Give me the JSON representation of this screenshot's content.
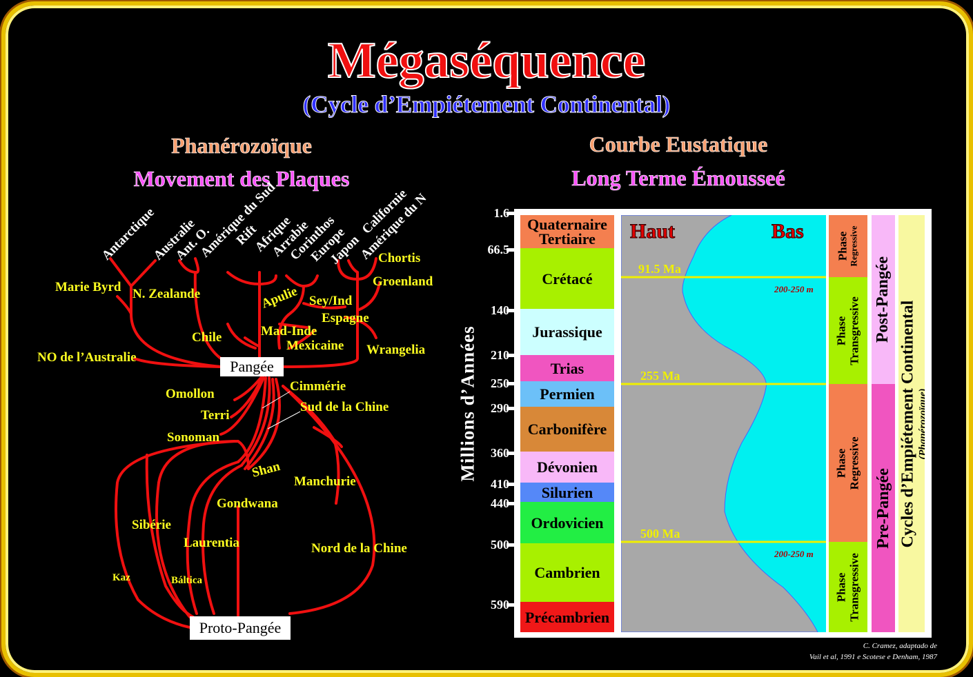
{
  "title": "Mégaséquence",
  "subtitle": "(Cycle d’Empiétement Continental)",
  "left": {
    "heading1": "Phanérozoïque",
    "heading2": "Movement des Plaques",
    "top_labels": [
      "Antarctique",
      "Australie",
      "Ant. O.",
      "Amérique du Sud",
      "Rift",
      "Afrique",
      "Arrabie",
      "Corinthos",
      "Europe",
      "Japon",
      "Californie",
      "Amérique du N"
    ],
    "labels": {
      "marie_byrd": "Marie Byrd",
      "n_zealande": "N. Zealande",
      "chile": "Chile",
      "no_australie": "NO de l’Australie",
      "apulie": "Apulie",
      "sey_ind": "Sey/Ind",
      "mad_inde": "Mad-Inde",
      "espagne": "Espagne",
      "mexicaine": "Mexicaine",
      "chortis": "Chortis",
      "groenland": "Groenland",
      "wrangelia": "Wrangelia",
      "omollon": "Omollon",
      "terri": "Terri",
      "sonoman": "Sonoman",
      "cimmerie": "Cimmérie",
      "sud_chine": "Sud de la Chine",
      "shan": "Shan",
      "manchurie": "Manchurie",
      "gondwana": "Gondwana",
      "siberie": "Sibérie",
      "laurentia": "Laurentia",
      "nord_chine": "Nord de la Chine",
      "kaz": "Kaz",
      "baltica": "Báltica"
    },
    "pangee": "Pangée",
    "proto_pangee": "Proto-Pangée"
  },
  "right": {
    "heading1": "Courbe Eustatique",
    "heading2": "Long Terme Émousseé",
    "y_axis_label": "Millions d’Années",
    "ticks": [
      "1.6",
      "66.5",
      "140",
      "210",
      "250",
      "290",
      "360",
      "410",
      "440",
      "500",
      "590"
    ],
    "eras": [
      {
        "name": "Quaternaire Tertiaire",
        "color": "#f47f4f"
      },
      {
        "name": "Crétacé",
        "color": "#a8f000"
      },
      {
        "name": "Jurassique",
        "color": "#ccffff"
      },
      {
        "name": "Trias",
        "color": "#f055c0"
      },
      {
        "name": "Permien",
        "color": "#6cc0f8"
      },
      {
        "name": "Carbonifère",
        "color": "#d88838"
      },
      {
        "name": "Dévonien",
        "color": "#f8b8f8"
      },
      {
        "name": "Silurien",
        "color": "#5588f8"
      },
      {
        "name": "Ordovicien",
        "color": "#22ee44"
      },
      {
        "name": "Cambrien",
        "color": "#a8f000"
      },
      {
        "name": "Précambrien",
        "color": "#f01818"
      }
    ],
    "haut": "Haut",
    "bas": "Bas",
    "markers": [
      "91.5 Ma",
      "255 Ma",
      "500 Ma"
    ],
    "amplitude": "200-250 m",
    "phases": [
      {
        "a": "Phase",
        "b": "Regressive"
      },
      {
        "a": "Phase",
        "b": "Transgressive"
      },
      {
        "a": "Phase",
        "b": "Regressive"
      },
      {
        "a": "Phase",
        "b": "Transgressive"
      }
    ],
    "post_pangee": "Post-Pangée",
    "pre_pangee": "Pre-Pangée",
    "cycles": "Cycles d’Empiétement Continental",
    "cycles_sub": "(Phanérozoïque)"
  },
  "credit": {
    "line1": "C. Cramez, adaptado de",
    "line2": "Vail et al, 1991 e Scotese e Denham, 1987"
  }
}
